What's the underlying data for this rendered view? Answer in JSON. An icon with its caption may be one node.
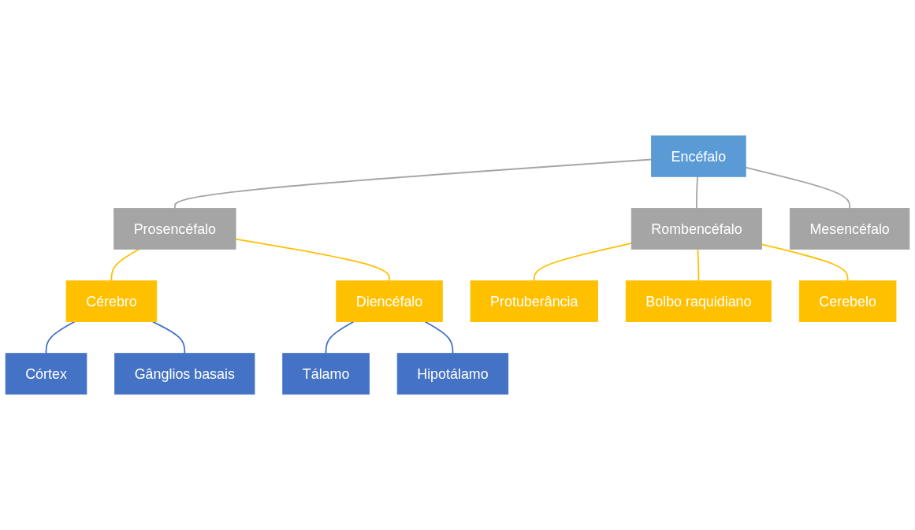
{
  "diagram": {
    "nodes": [
      {
        "text": [
          "Encéfalo"
        ]
      },
      {
        "text": [
          "Prosencéfalo"
        ]
      },
      {
        "text": [
          "Rombencéfalo"
        ]
      },
      {
        "text": [
          "Mesencéfalo"
        ]
      },
      {
        "text": [
          "Cérebro"
        ]
      },
      {
        "text": [
          "Diencéfalo"
        ]
      },
      {
        "text": [
          "Protuberância"
        ]
      },
      {
        "text": [
          "Bolbo raquidiano"
        ]
      },
      {
        "text": [
          "Cerebelo"
        ]
      },
      {
        "text": [
          "Córtex"
        ]
      },
      {
        "text": [
          "Gânglios basais"
        ]
      },
      {
        "text": [
          "Tálamo"
        ]
      },
      {
        "text": [
          "Hipotálamo"
        ]
      }
    ],
    "edges": [
      {
        "from": 0,
        "to": 1,
        "arrow": "none",
        "color": "#a5a5a5"
      },
      {
        "from": 0,
        "to": 2,
        "arrow": "none",
        "color": "#a5a5a5"
      },
      {
        "from": 0,
        "to": 3,
        "arrow": "none",
        "color": "#a5a5a5"
      },
      {
        "from": 1,
        "to": 4,
        "arrow": "none"
      },
      {
        "from": 1,
        "to": 5,
        "arrow": "none"
      },
      {
        "from": 2,
        "to": 6,
        "arrow": "none"
      },
      {
        "from": 2,
        "to": 7,
        "arrow": "none"
      },
      {
        "from": 2,
        "to": 8,
        "arrow": "none"
      },
      {
        "from": 4,
        "to": 9,
        "arrow": "none",
        "color": "#4472c4"
      },
      {
        "from": 4,
        "to": 10,
        "arrow": "none",
        "color": "#4472c4"
      },
      {
        "from": 5,
        "to": 11,
        "arrow": "none",
        "color": "#4472c4"
      },
      {
        "from": 5,
        "to": 12,
        "arrow": "none",
        "color": "#4472c4"
      }
    ]
  }
}
